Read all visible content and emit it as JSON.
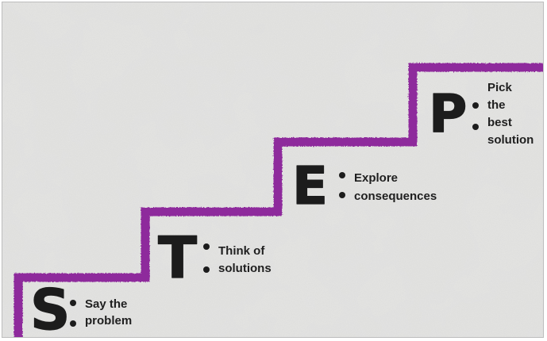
{
  "colors": {
    "stair": "#8e2c9c",
    "text": "#1f1f1f",
    "wall": "#dcdcda"
  },
  "steps": [
    {
      "letter": "S",
      "label_lines": [
        "Say the",
        "problem"
      ]
    },
    {
      "letter": "T",
      "label_lines": [
        "Think of",
        "solutions"
      ]
    },
    {
      "letter": "E",
      "label_lines": [
        "Explore",
        "consequences"
      ]
    },
    {
      "letter": "P",
      "label_lines": [
        "Pick",
        "the",
        "best",
        "solution"
      ]
    }
  ]
}
